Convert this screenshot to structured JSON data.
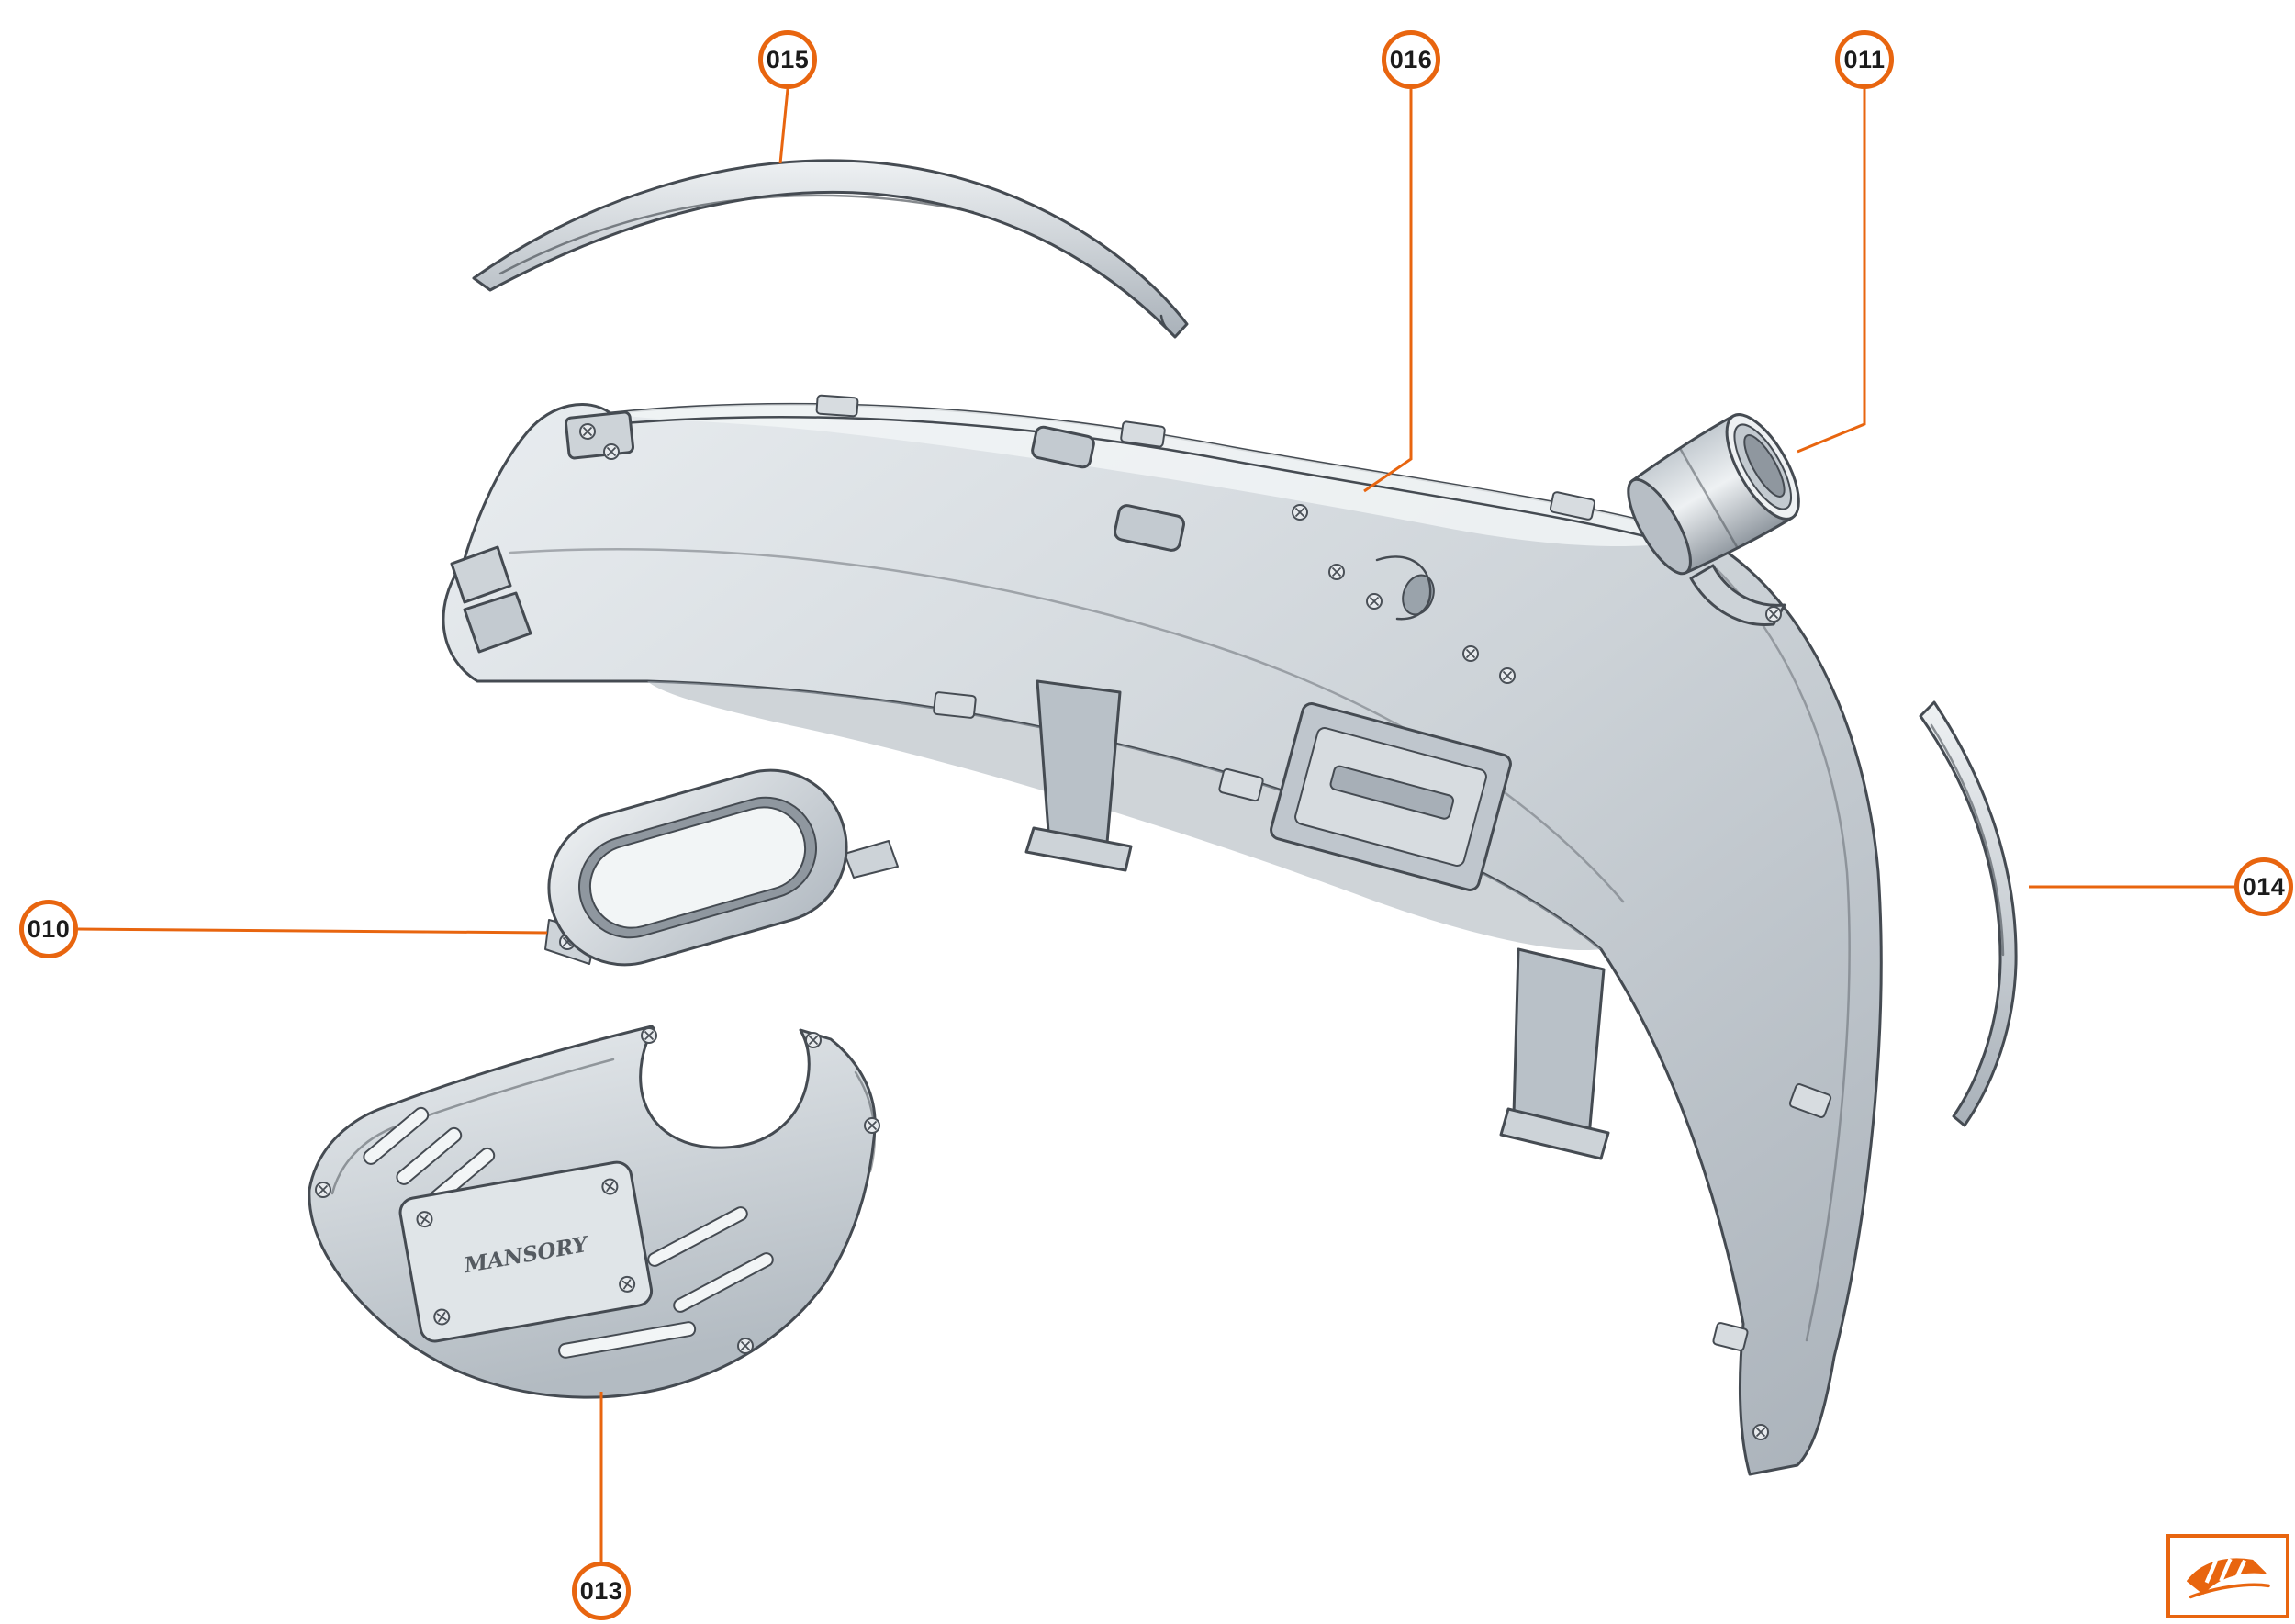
{
  "diagram": {
    "callouts": [
      {
        "label": "015",
        "points_to": "upper-trim-strip"
      },
      {
        "label": "016",
        "points_to": "bumper-shell"
      },
      {
        "label": "011",
        "points_to": "exhaust-actuator"
      },
      {
        "label": "010",
        "points_to": "exhaust-trim-ring"
      },
      {
        "label": "014",
        "points_to": "side-trim-strip"
      },
      {
        "label": "013",
        "points_to": "diffuser-panel"
      }
    ],
    "plate_logo_text": "MANSORY",
    "thumbnail_icon": "bumper-section-icon"
  },
  "colors": {
    "accent": "#e8650f",
    "ink": "#454b52",
    "text": "#1b1b1b",
    "part-light": "#e9edf0",
    "part-mid": "#cdd3d8",
    "part-dark": "#9aa3ab"
  }
}
